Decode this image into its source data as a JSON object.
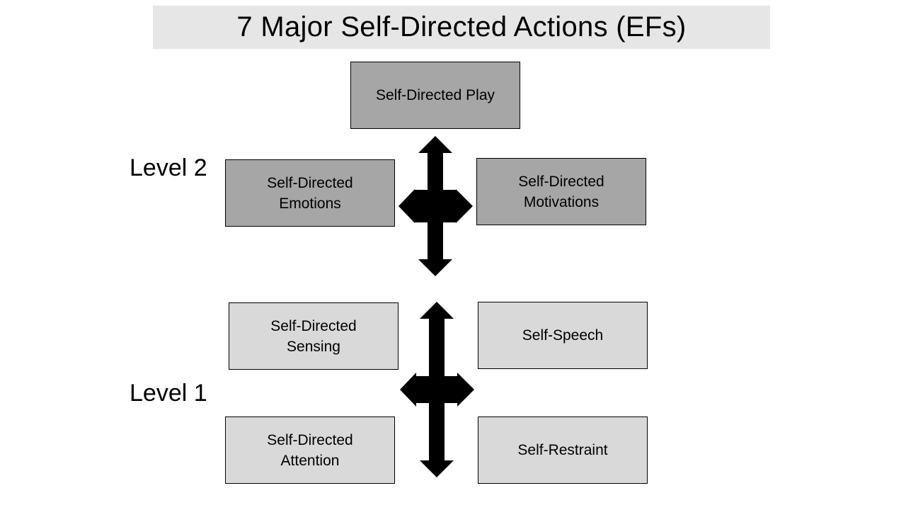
{
  "title": "7 Major Self-Directed Actions (EFs)",
  "levels": {
    "level2": "Level 2",
    "level1": "Level 1"
  },
  "boxes": {
    "play": "Self-Directed Play",
    "emotions": "Self-Directed\nEmotions",
    "motivations": "Self-Directed\nMotivations",
    "sensing": "Self-Directed\nSensing",
    "speech": "Self-Speech",
    "attention": "Self-Directed\nAttention",
    "restraint": "Self-Restraint"
  },
  "colors": {
    "title_background": "#e7e6e6",
    "level2_box_fill": "#a6a6a6",
    "level1_box_fill": "#d9d9d9",
    "arrow": "#000000"
  },
  "icons": [
    "four-way-arrow-icon",
    "four-way-arrow-icon"
  ]
}
